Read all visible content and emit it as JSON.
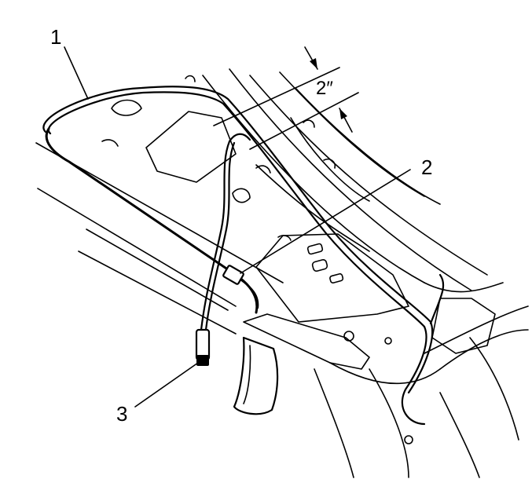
{
  "callouts": {
    "wire_harness": "1",
    "connector": "2",
    "terminal": "3"
  },
  "dimension": {
    "spacing": "2″"
  },
  "colors": {
    "ink": "#000000",
    "background": "#ffffff"
  }
}
